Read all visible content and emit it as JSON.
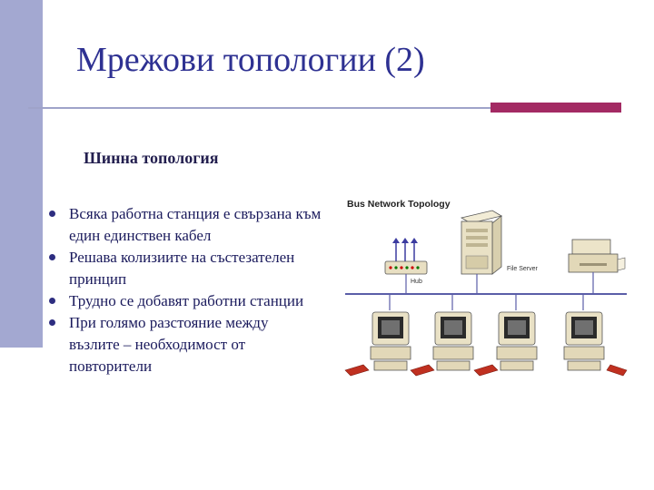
{
  "slide": {
    "title": "Мрежови топологии (2)",
    "subtitle": "Шинна топология",
    "bullets": [
      "Всяка работна станция е свързана към един единствен кабел",
      "Решава колизиите на състезателен принцип",
      "Трудно се добавят работни станции",
      "При голямо разстояние между възлите – необходимост от повторители"
    ]
  },
  "diagram": {
    "title": "Bus Network Topology",
    "hub_label": "Hub",
    "server_label": "File Server",
    "icons": [
      "hub-icon",
      "file-server-icon",
      "printer-icon",
      "workstation-icon"
    ]
  },
  "colors": {
    "title": "#2e3192",
    "accent_bar": "#a3a8d1",
    "rule_block": "#a32a63",
    "bus_line": "#5b5ea8",
    "bullet_text": "#1a1a5c"
  }
}
